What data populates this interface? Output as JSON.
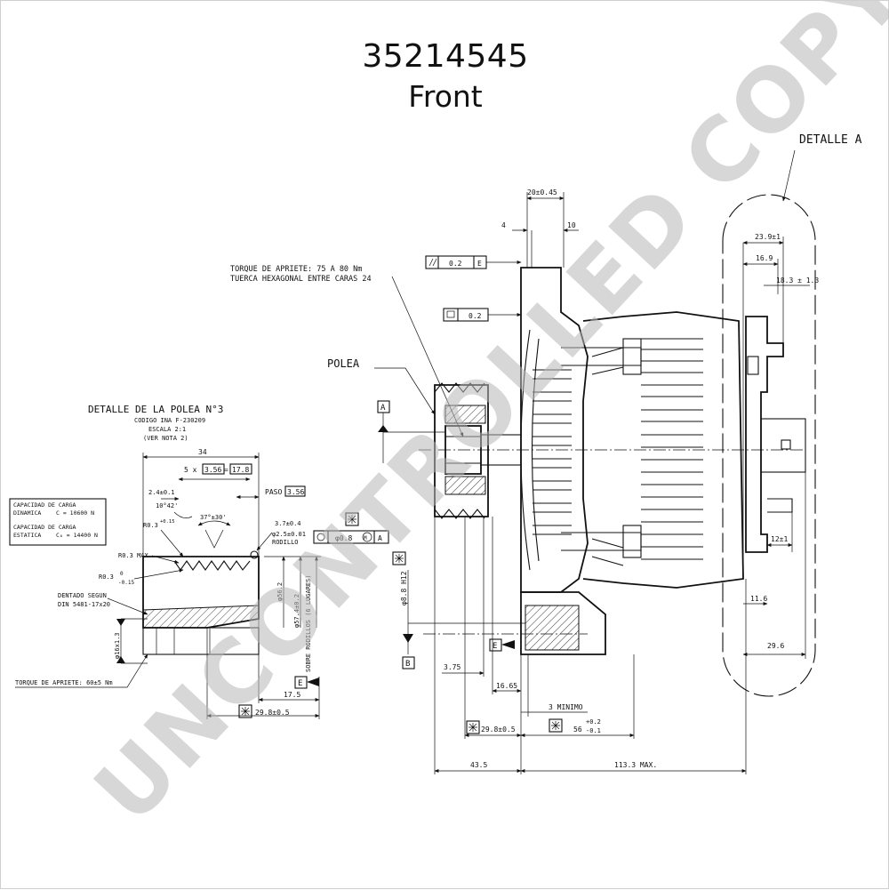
{
  "title": "35214545",
  "subtitle": "Front",
  "watermark": "UNCONTROLLED COPY",
  "detail_a": {
    "label": "DETALLE A",
    "dim_23_9": "23.9±1",
    "dim_16_9": "16.9",
    "dim_18_3": "18.3 ± 1.3",
    "dim_12": "12±1",
    "dim_11_6": "11.6",
    "dim_29_6": "29.6"
  },
  "pulley_detail": {
    "title": "DETALLE DE LA POLEA N°3",
    "code": "CODIGO INA F-230209",
    "scale": "ESCALA 2:1",
    "note": "(VER NOTA 2)",
    "dim_34": "34",
    "pitch_count": "5 x",
    "pitch_box": "3.56",
    "total_box": "17.8",
    "paso_label": "PASO",
    "paso_box": "3.56",
    "dim_2_4": "2.4±0.1",
    "angle_10": "10°42'",
    "angle_37": "37°±30'",
    "r03_top": "R0.3",
    "r03_tol": "+0.15",
    "r03_max": "R0.3 MAX.",
    "r03_left": "R0.3",
    "r03_tol_a": "0",
    "r03_tol_b": "-0.15",
    "dim_3_7": "3.7±0.4",
    "roller": "φ2.5±0.01",
    "roller_label": "RODILLO",
    "dim_56_2": "φ56.2",
    "dim_57_4": "φ57.4±0.2",
    "over_rollers": "SOBRE RODILLOS (6 LUGARES)",
    "gear_label": "DENTADO SEGUN",
    "gear_std": "DIN 5481-17x20",
    "dim_16": "φ16x1.3",
    "torque": "TORQUE DE APRIETE: 60±5 Nm",
    "dim_17_5": "17.5",
    "dim_29_8": "29.8±0.5",
    "datum_e": "E"
  },
  "load": {
    "dyn_label": "CAPACIDAD DE CARGA",
    "dyn_type": "DINAMICA",
    "dyn_val": "C = 10600 N",
    "stat_label": "CAPACIDAD DE CARGA",
    "stat_type": "ESTATICA",
    "stat_val": "C₀ = 14400 N"
  },
  "main": {
    "torque_line1": "TORQUE DE APRIETE: 75 A 80 Nm",
    "torque_line2": "TUERCA HEXAGONAL ENTRE CARAS 24",
    "polea": "POLEA",
    "dim_20": "20±0.45",
    "dim_4": "4",
    "dim_10": "10",
    "tol_02a": "0.2",
    "tol_e": "E",
    "tol_02b": "0.2",
    "datum_a": "A",
    "datum_b": "B",
    "pos_tol": "φ0.8",
    "pos_mod": "M",
    "pos_ref": "A",
    "dim_8_8": "φ8.8 H12",
    "dim_3_75": "3.75",
    "dim_16_65": "16.65",
    "min_3": "3 MINIMO",
    "dim_29_8": "29.8±0.5",
    "dim_56_val": "56",
    "dim_56_up": "+0.2",
    "dim_56_dn": "-0.1",
    "dim_43_5": "43.5",
    "dim_113_3": "113.3 MAX."
  }
}
